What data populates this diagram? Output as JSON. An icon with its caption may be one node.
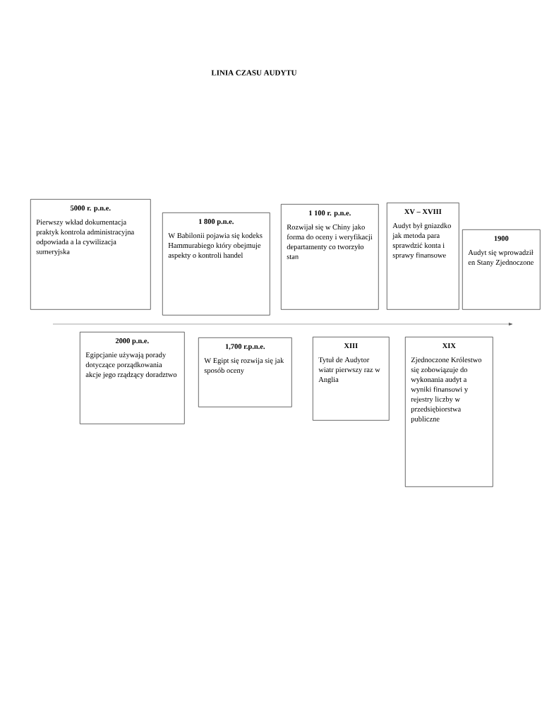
{
  "diagram": {
    "title": "LINIA CZASU AUDYTU",
    "nodes": [
      {
        "text": [
          "5000 r. p.n.e.",
          "Pierwszy wkład dokumentacja praktyk kontrola administracyjna odpowiada a la cywilizacja sumeryjska"
        ]
      },
      {
        "text": [
          "1 800 p.n.e.",
          "W Babilonii pojawia się kodeks Hammurabiego który obejmuje aspekty o kontroli handel"
        ]
      },
      {
        "text": [
          "1 100 r. p.n.e.",
          "Rozwijał się w Chiny jako forma do oceny i weryfikacji departamenty co tworzyło stan"
        ]
      },
      {
        "text": [
          "XV – XVIII",
          "Audyt był gniazdko jak metoda para sprawdzić konta i sprawy finansowe"
        ]
      },
      {
        "text": [
          "1900",
          "Audyt się wprowadził en Stany Zjednoczone"
        ]
      },
      {
        "text": [
          "2000 p.n.e.",
          "Egipcjanie używają porady dotyczące porządkowania akcje jego rządzący doradztwo"
        ]
      },
      {
        "text": [
          "1,700 r.p.n.e.",
          "W Egipt się rozwija się jak sposób oceny"
        ]
      },
      {
        "text": [
          "XIII",
          "Tytuł de Audytor wiatr pierwszy raz w Anglia"
        ]
      },
      {
        "text": [
          "XIX",
          "Zjednoczone Królestwo się zobowiązuje do wykonania audyt a wyniki finansowi y rejestry liczby w przedsiębiorstwa publiczne"
        ]
      }
    ]
  }
}
